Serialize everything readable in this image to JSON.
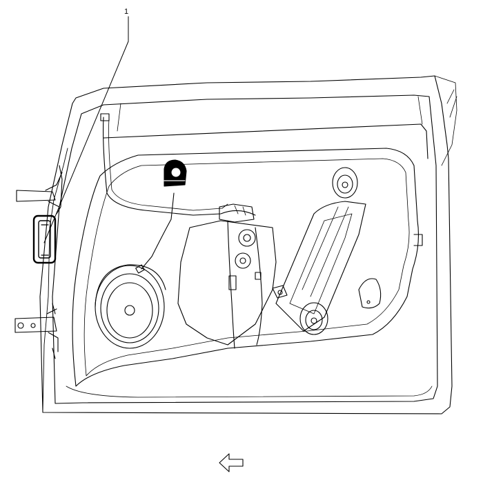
{
  "diagram": {
    "callouts": [
      {
        "label": "1",
        "target": "door-harness-connector"
      }
    ],
    "direction_arrow": {
      "points": "left"
    },
    "colors": {
      "line": "#000000",
      "background": "#ffffff"
    }
  }
}
